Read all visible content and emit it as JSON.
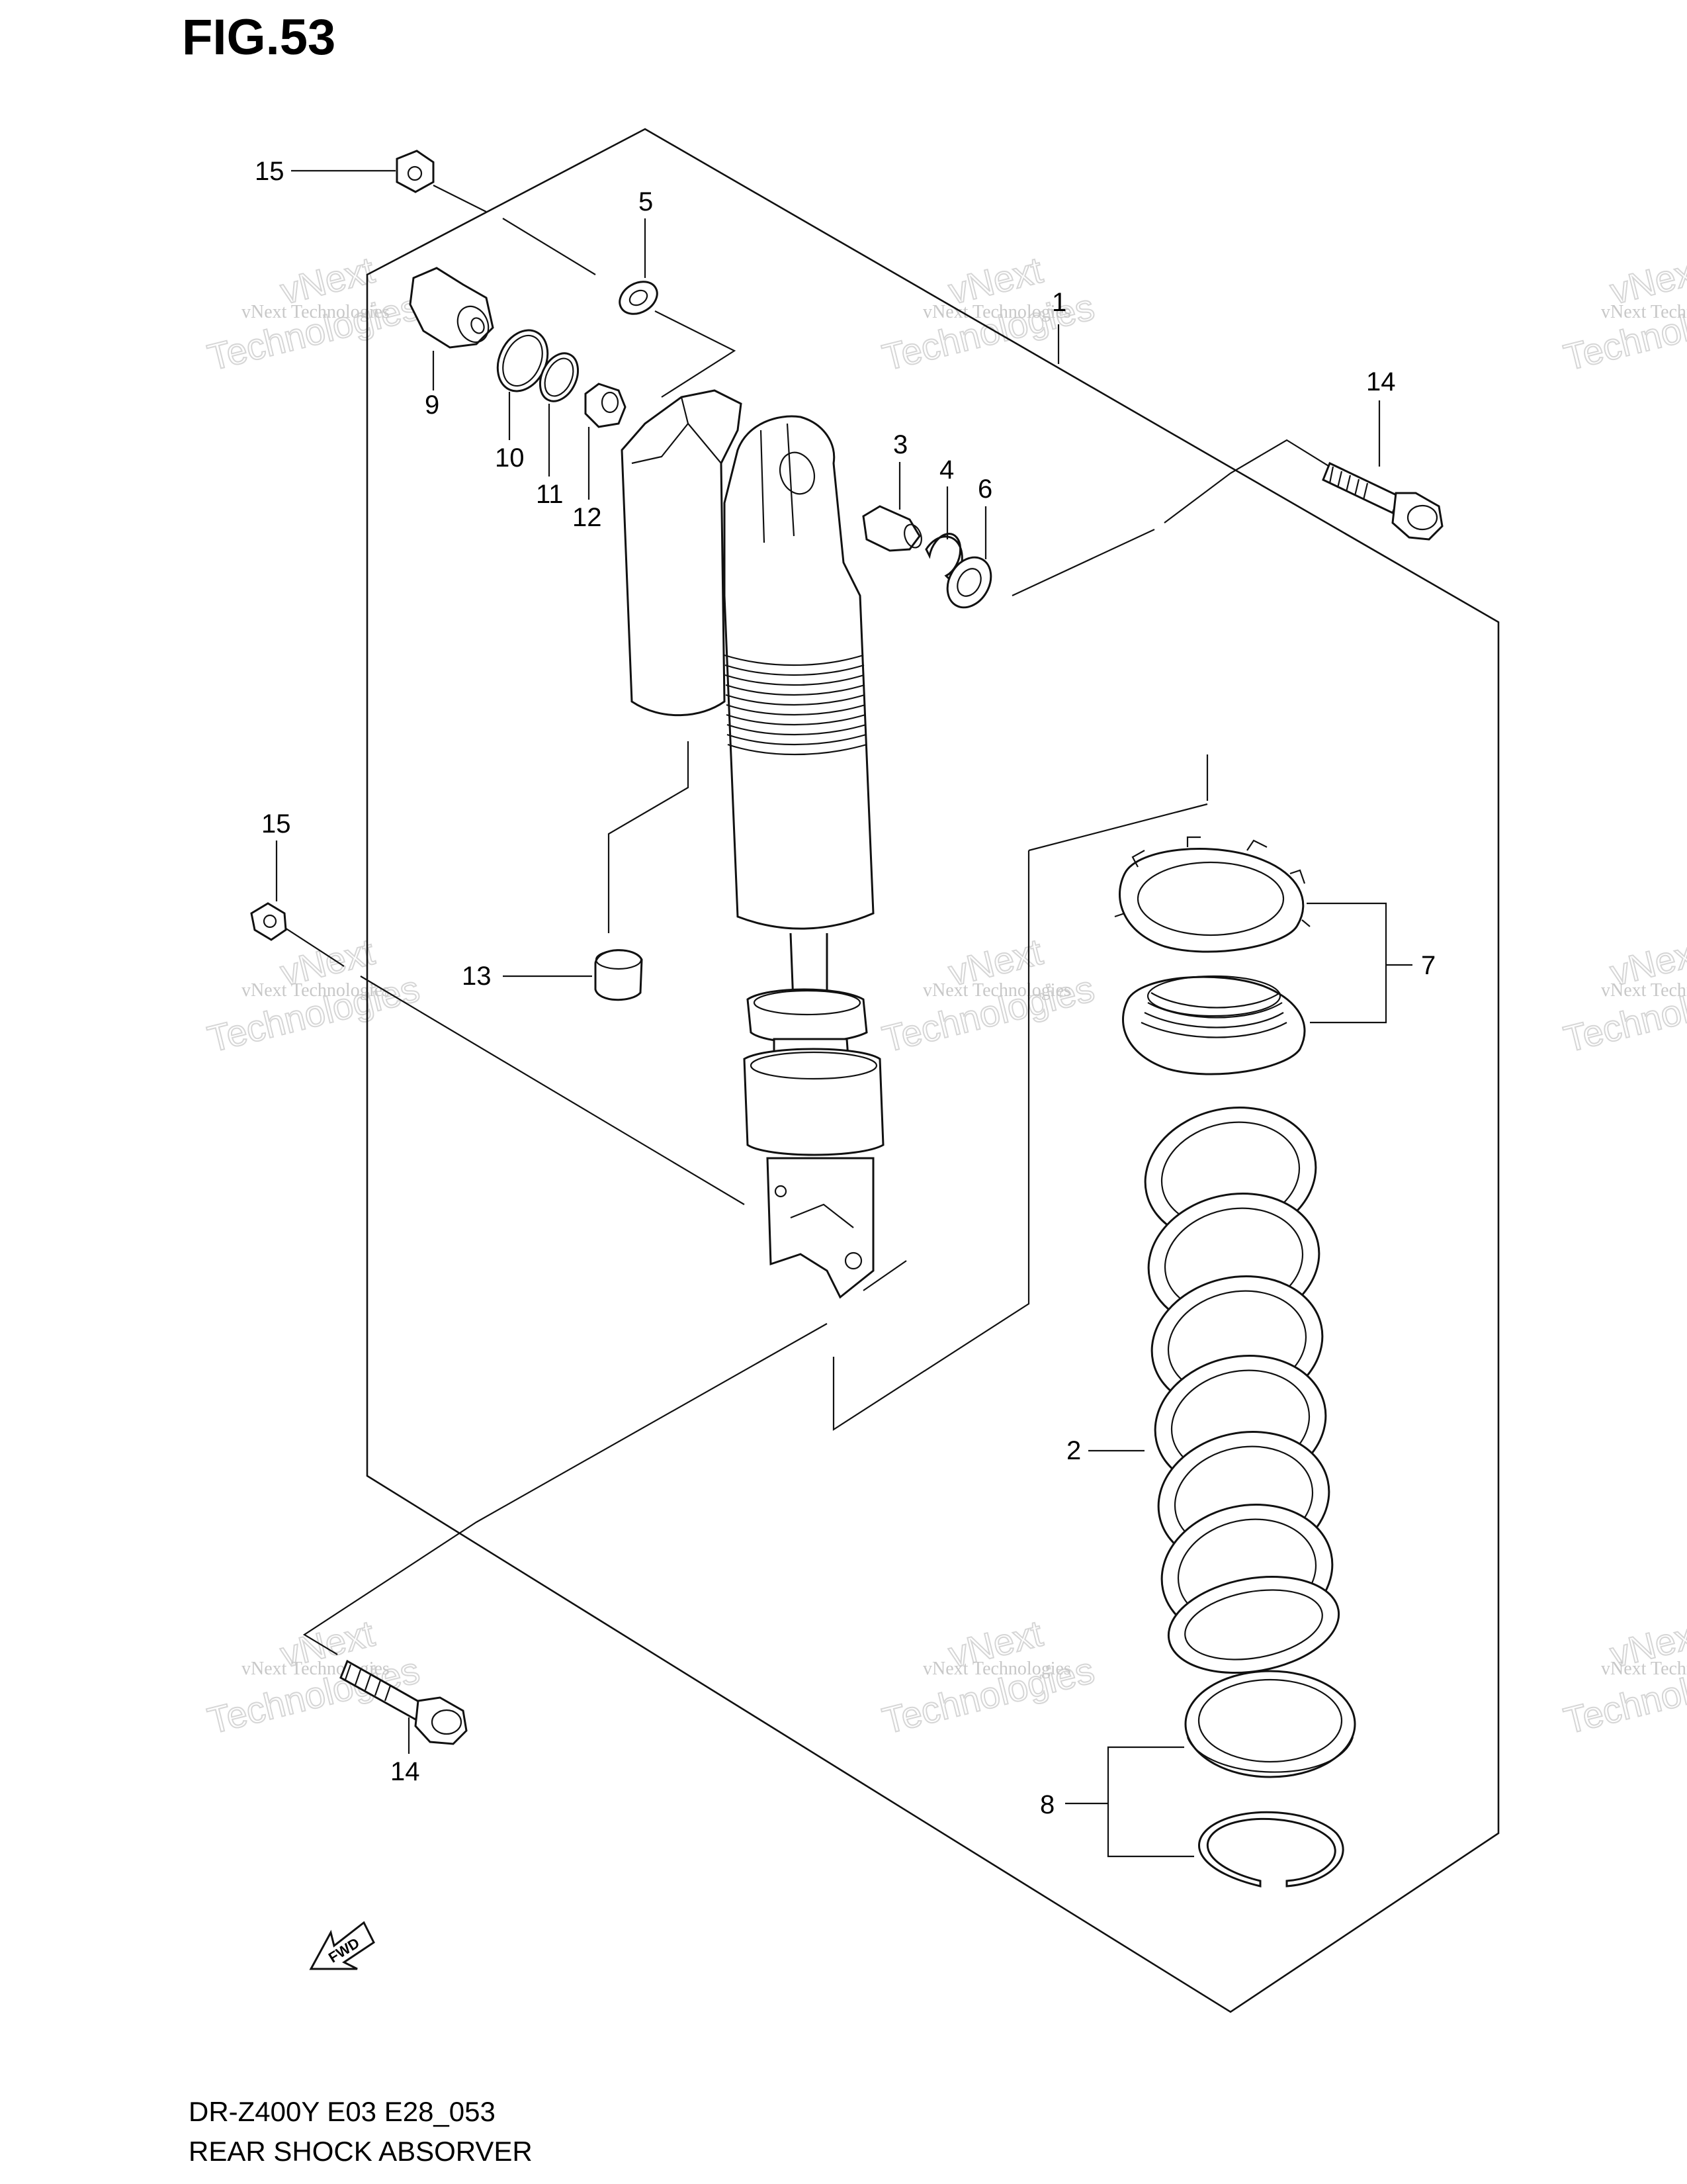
{
  "figure": {
    "title": "FIG.53"
  },
  "callouts": {
    "c1": "1",
    "c2": "2",
    "c3": "3",
    "c4": "4",
    "c5": "5",
    "c6": "6",
    "c7": "7",
    "c8": "8",
    "c9": "9",
    "c10": "10",
    "c11": "11",
    "c12": "12",
    "c13": "13",
    "c14a": "14",
    "c14b": "14",
    "c15a": "15",
    "c15b": "15"
  },
  "fwd_label": "FWD",
  "watermark": {
    "small": "vNext Technologies",
    "line1": "vNext",
    "line2": "Technologies"
  },
  "footer": {
    "model_code": "DR-Z400Y  E03  E28_053",
    "caption": "REAR SHOCK ABSORVER"
  },
  "colors": {
    "ink": "#111111",
    "watermark": "#c8c8c8",
    "background": "#ffffff"
  }
}
